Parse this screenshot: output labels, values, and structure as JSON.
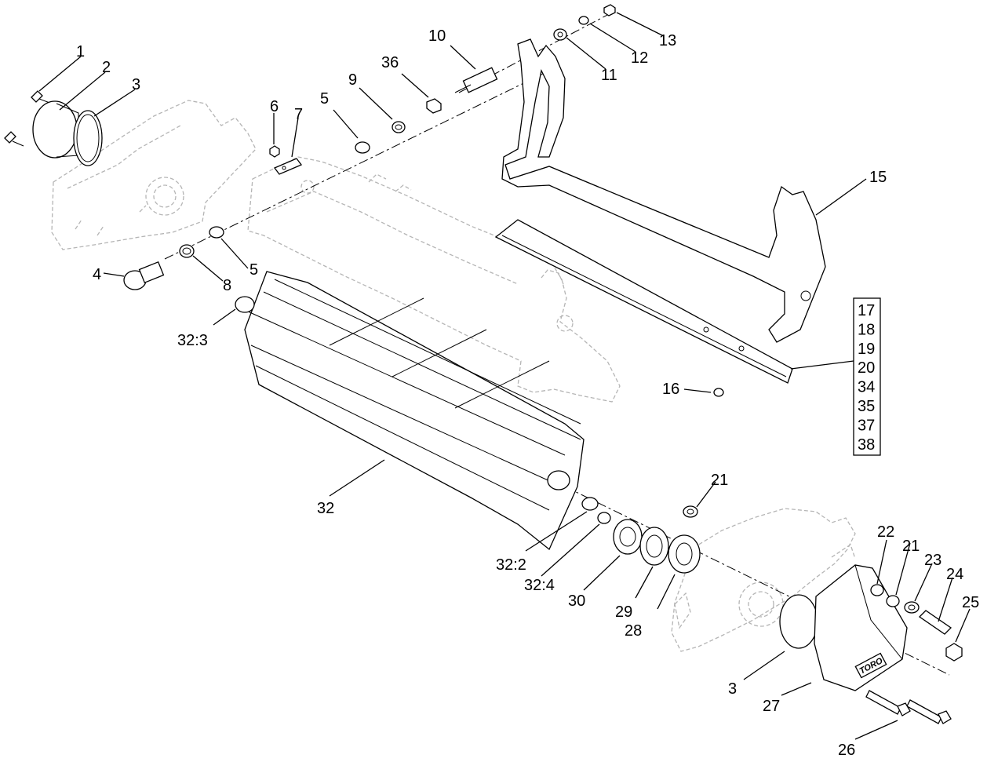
{
  "callouts": {
    "c1": "1",
    "c2": "2",
    "c3a": "3",
    "c3b": "3",
    "c4": "4",
    "c5a": "5",
    "c5b": "5",
    "c6": "6",
    "c7": "7",
    "c8": "8",
    "c9": "9",
    "c10": "10",
    "c11": "11",
    "c12": "12",
    "c13": "13",
    "c15": "15",
    "c16": "16",
    "c21a": "21",
    "c21b": "21",
    "c22": "22",
    "c23": "23",
    "c24": "24",
    "c25": "25",
    "c26": "26",
    "c27": "27",
    "c28": "28",
    "c29": "29",
    "c30": "30",
    "c32": "32",
    "c32_2": "32:2",
    "c32_3": "32:3",
    "c32_4": "32:4",
    "c36": "36"
  },
  "kit_list": [
    "17",
    "18",
    "19",
    "20",
    "34",
    "35",
    "37",
    "38"
  ],
  "logo": "TORO"
}
